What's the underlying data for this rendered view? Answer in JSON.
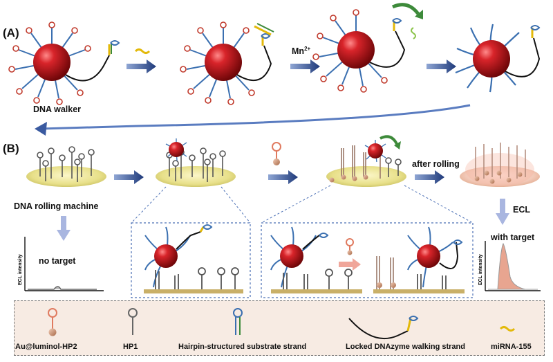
{
  "panels": {
    "a": "(A)",
    "b": "(B)"
  },
  "labels": {
    "dna_walker": "DNA walker",
    "mn": "Mn",
    "mn_sup": "2+",
    "rolling_machine": "DNA rolling machine",
    "after_rolling": "after rolling",
    "ecl": "ECL",
    "no_target": "no target",
    "with_target": "with target",
    "ecl_axis": "ECL intensity"
  },
  "legend": [
    {
      "key": "au",
      "text": "Au@luminol-HP2"
    },
    {
      "key": "hp1",
      "text": "HP1"
    },
    {
      "key": "hairpin",
      "text": "Hairpin-structured substrate strand"
    },
    {
      "key": "walking",
      "text": "Locked DNAzyme walking strand"
    },
    {
      "key": "mirna",
      "text": "miRNA-155"
    }
  ],
  "colors": {
    "particle": "#c0141a",
    "arrow": "#2c4a8a",
    "green_arrow": "#3d8a3a",
    "strand_blue": "#3a6fb0",
    "legend_bg": "#f7ebe3"
  }
}
